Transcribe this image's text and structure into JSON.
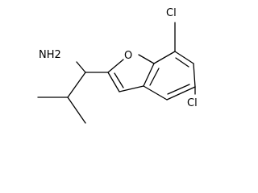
{
  "molecule": {
    "atoms": {
      "amine": "NH2",
      "ring_oxygen": "O",
      "chlorine_top": "Cl",
      "chlorine_bottom": "Cl"
    },
    "colors": {
      "bond": "#000000",
      "label": "#000000",
      "background": "#ffffff"
    }
  }
}
